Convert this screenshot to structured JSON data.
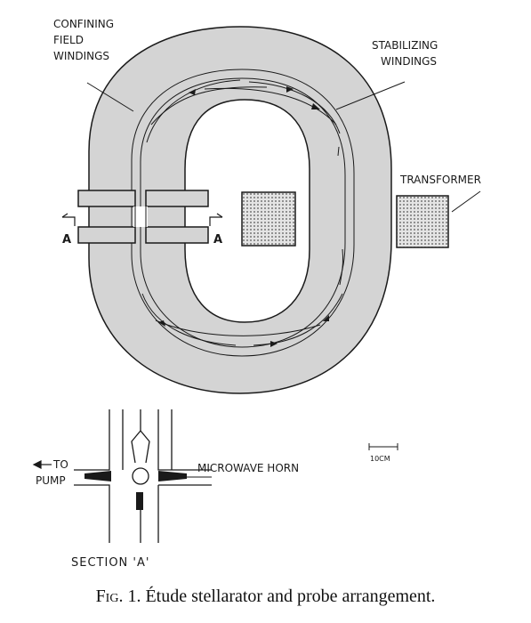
{
  "labels": {
    "confining": [
      "CONFINING",
      "FIELD",
      "WINDINGS"
    ],
    "stabilizing": [
      "STABILIZING",
      "WINDINGS"
    ],
    "transformer": "TRANSFORMER",
    "section_marker_left": "A",
    "section_marker_right": "A",
    "scale": "10CM",
    "to_pump": [
      "TO",
      "PUMP"
    ],
    "microwave_horn": "MICROWAVE HORN",
    "section_title": "SECTION 'A'"
  },
  "caption": {
    "prefix": "Fig. 1.",
    "text": "Étude stellarator and probe arrangement."
  },
  "colors": {
    "tube_fill": "#d4d4d4",
    "ink": "#1a1a1a",
    "transformer_fill": "#c8c8c8"
  }
}
